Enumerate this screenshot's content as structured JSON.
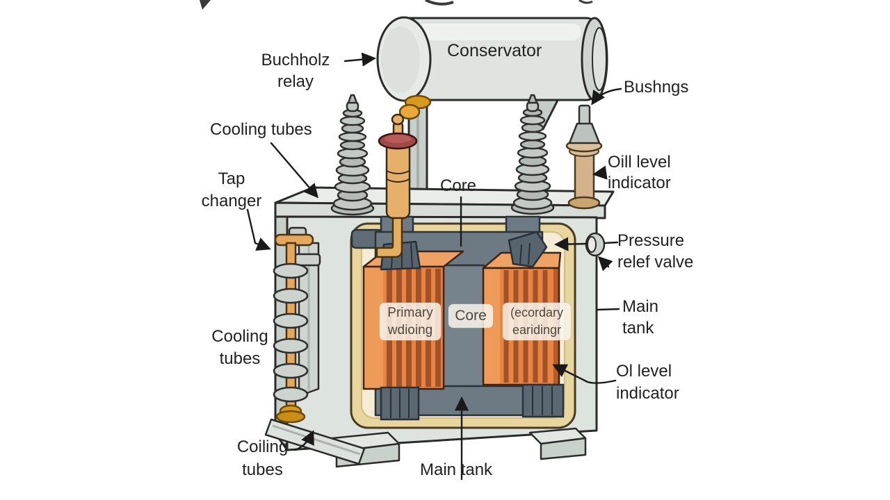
{
  "title": "Transformer cutaway diagram",
  "colors": {
    "background": "#ffffff",
    "outline": "#2b2b2b",
    "tank": "#dde3df",
    "interior_cream": "#e8d69e",
    "interior_light": "#f4ecd4",
    "core_gray": "#6d7a84",
    "winding_orange": "#e8843f",
    "gold": "#d79a1e",
    "label_text": "#222222"
  },
  "labels": {
    "conservator": "Conservator",
    "buchholz": [
      "Buchholz",
      "relay"
    ],
    "cooling_tubes_top": "Cooling tubes",
    "tap_changer": [
      "Tap",
      "changer"
    ],
    "cooling_tubes_left": [
      "Cooling",
      "tubes"
    ],
    "coiling_tubes": [
      "Coiling",
      "tubes"
    ],
    "main_tank_bottom": "Main tank",
    "core_top": "Core",
    "bushings": "Bushngs",
    "oil_level_top": [
      "Oill level",
      "indicator"
    ],
    "pressure_valve": [
      "Pressure",
      "relef valve"
    ],
    "main_tank_right": [
      "Main",
      "tank"
    ],
    "oil_level_bottom": [
      "Ol level",
      "indicator"
    ],
    "chips": {
      "primary": [
        "Primary",
        "wdioing"
      ],
      "core": "Core",
      "secondary": [
        "(ecordary",
        "earidingr"
      ]
    }
  }
}
